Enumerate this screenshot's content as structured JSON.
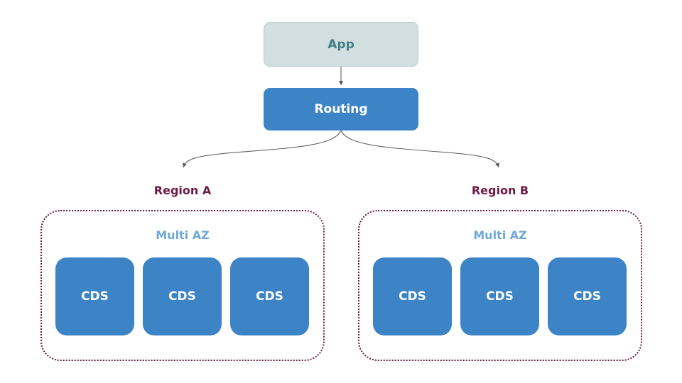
{
  "nodes": {
    "app": "App",
    "routing": "Routing"
  },
  "regions": [
    {
      "label": "Region A",
      "az_label": "Multi AZ",
      "nodes": [
        "CDS",
        "CDS",
        "CDS"
      ]
    },
    {
      "label": "Region B",
      "az_label": "Multi AZ",
      "nodes": [
        "CDS",
        "CDS",
        "CDS"
      ]
    }
  ],
  "edges": [
    {
      "from": "App",
      "to": "Routing"
    },
    {
      "from": "Routing",
      "to": "Region A"
    },
    {
      "from": "Routing",
      "to": "Region B"
    }
  ],
  "colors": {
    "app_fill": "#d2dfe1",
    "app_text": "#437d88",
    "node_fill": "#3d84c6",
    "region_label": "#6e1a44",
    "az_label": "#6fa8d8",
    "edge": "#555555"
  }
}
